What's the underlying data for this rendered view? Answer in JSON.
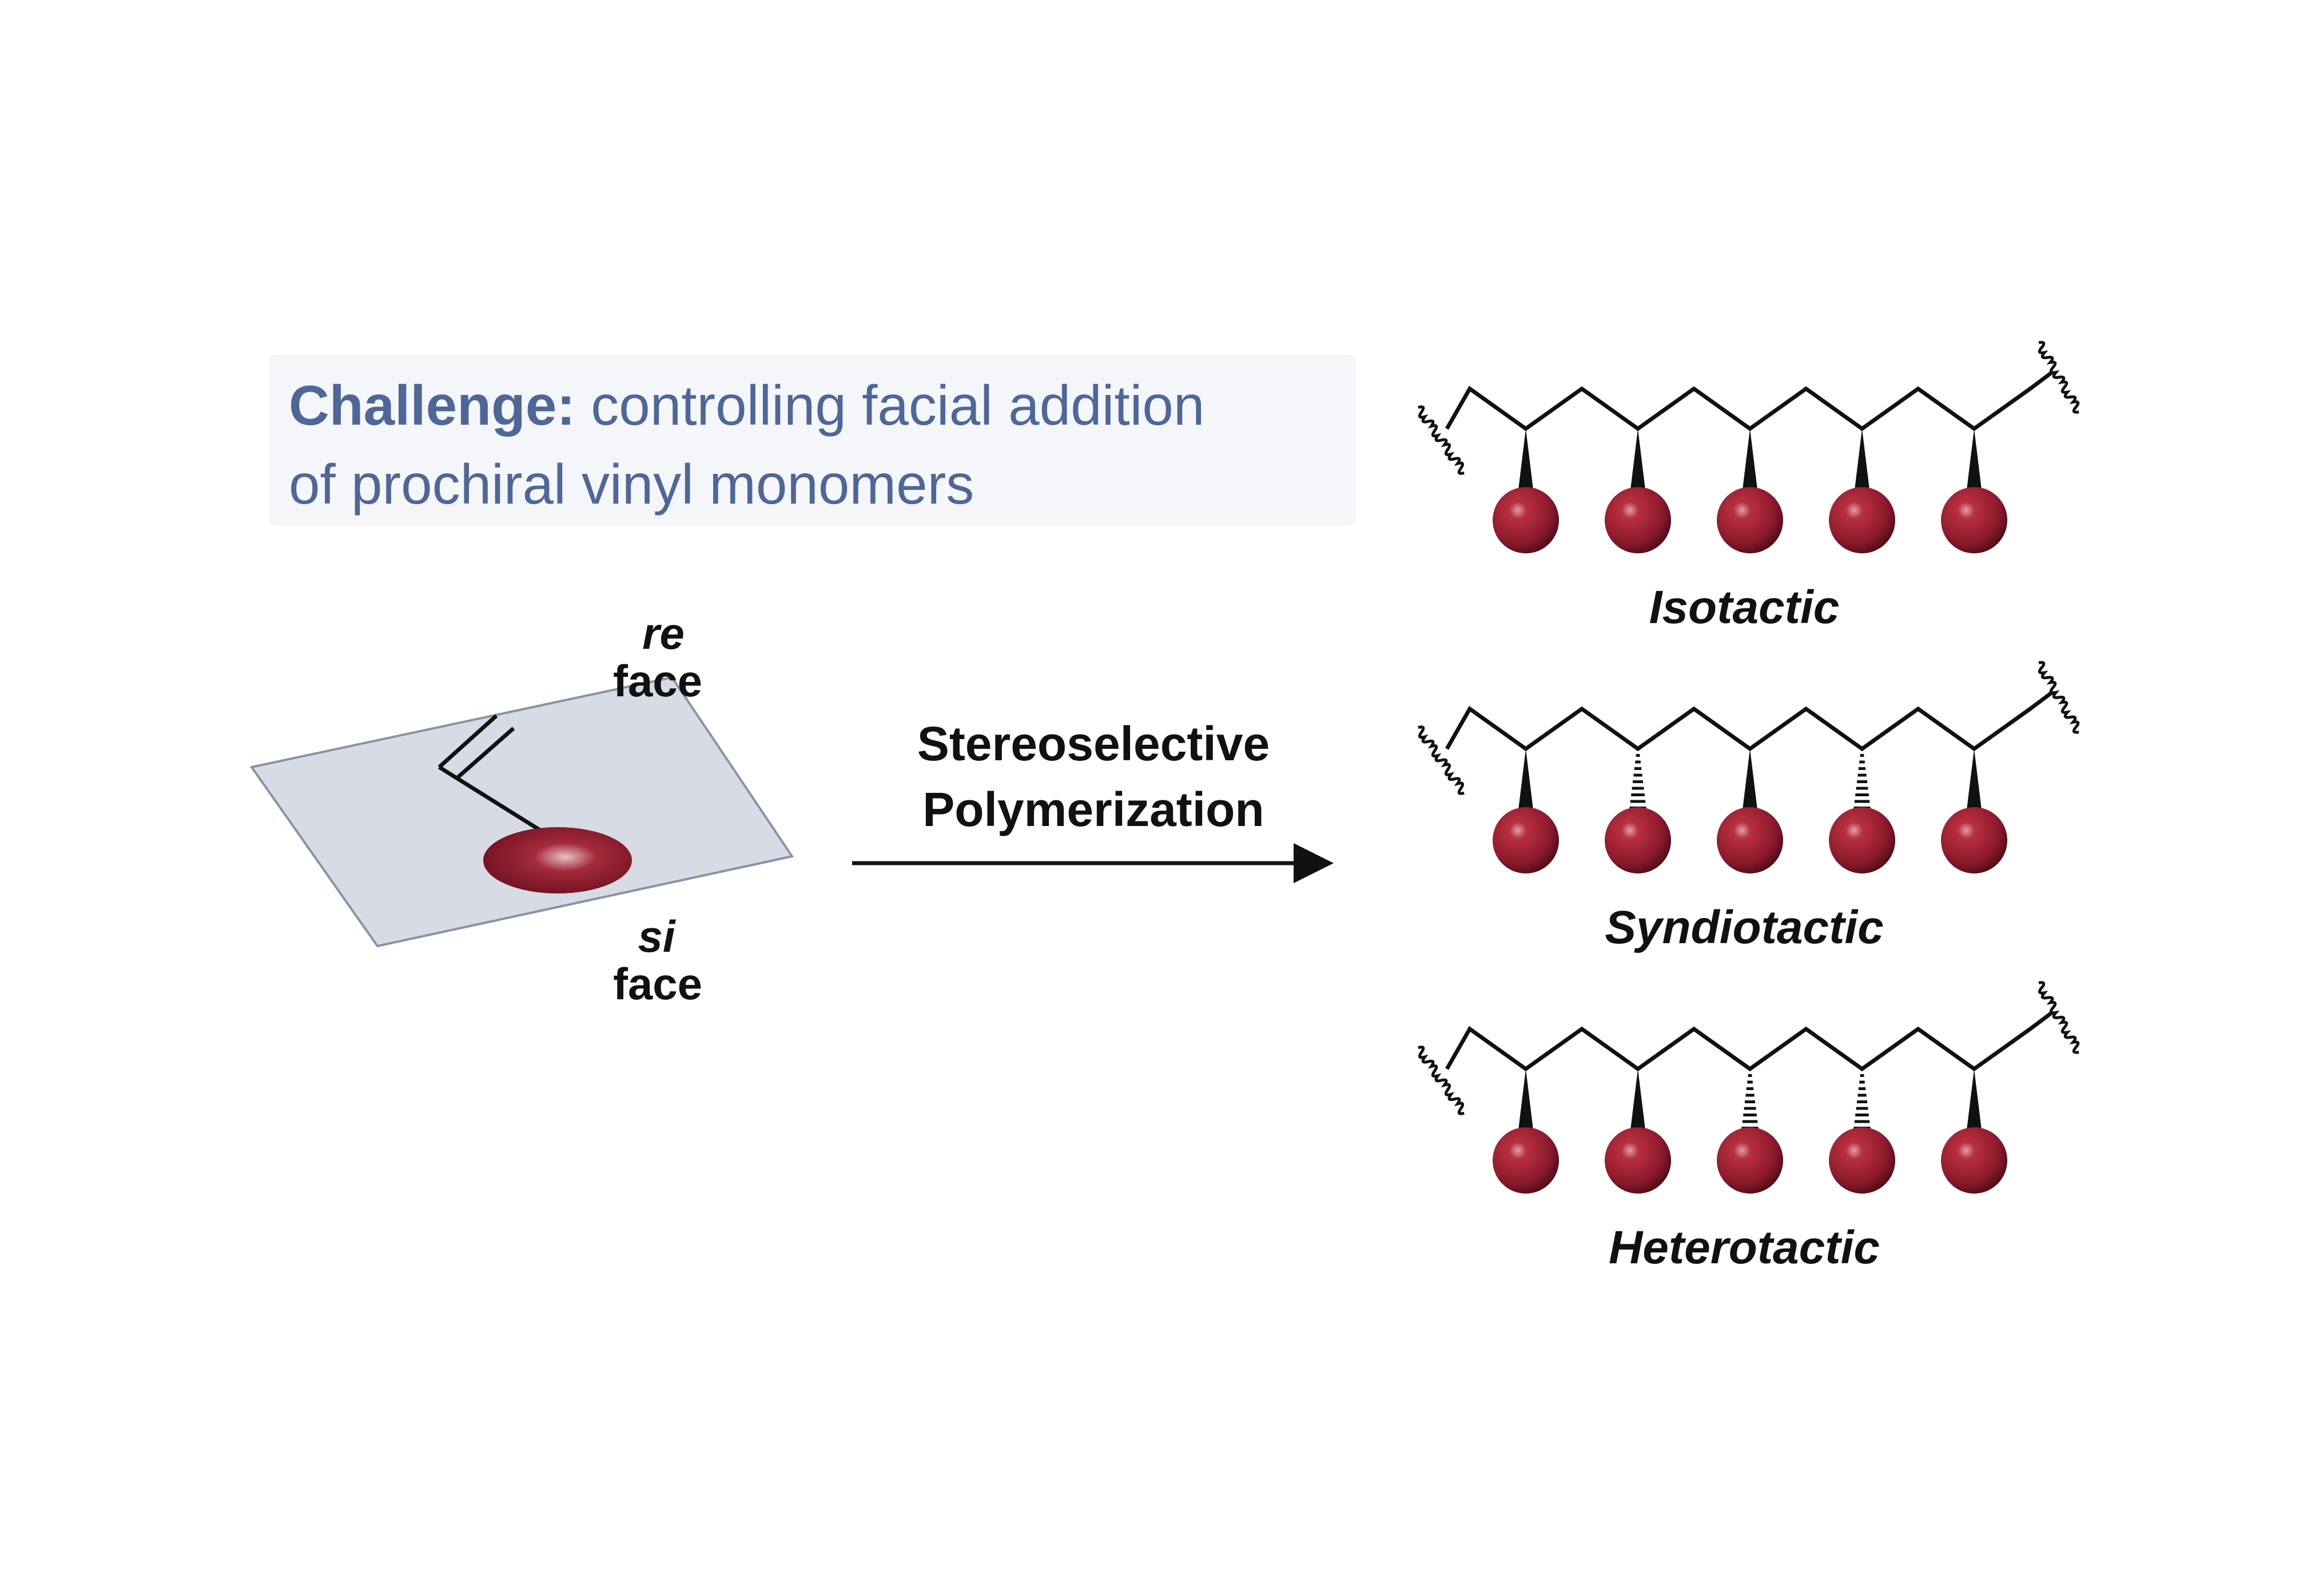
{
  "challenge": {
    "label": "Challenge:",
    "line1": "controlling facial addition",
    "line2": "of prochiral vinyl monomers"
  },
  "monomer": {
    "re_label": "re",
    "re_face": "face",
    "si_label": "si",
    "si_face": "face"
  },
  "reaction": {
    "line1": "Stereoselective",
    "line2": "Polymerization"
  },
  "polymers": [
    {
      "name": "Isotactic",
      "substituents": [
        "wedge",
        "wedge",
        "wedge",
        "wedge",
        "wedge"
      ]
    },
    {
      "name": "Syndiotactic",
      "substituents": [
        "wedge",
        "hash",
        "wedge",
        "hash",
        "wedge"
      ]
    },
    {
      "name": "Heterotactic",
      "substituents": [
        "wedge",
        "wedge",
        "hash",
        "hash",
        "wedge"
      ]
    }
  ],
  "colors": {
    "challenge_text": "#4f6797",
    "plane_fill": "#d6dbe6",
    "sphere": "#8c1a2b",
    "bond": "#111111"
  },
  "icon_names": [
    "wavy-bond-icon",
    "substituent-sphere-icon",
    "reaction-arrow-icon",
    "monomer-plane-icon"
  ]
}
